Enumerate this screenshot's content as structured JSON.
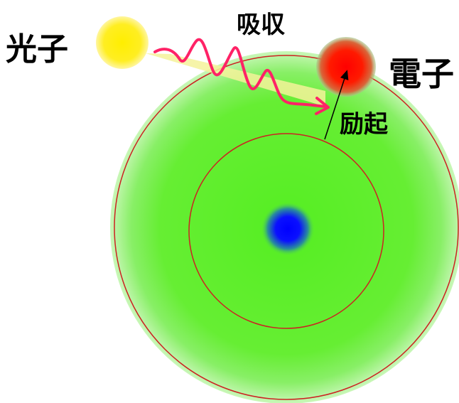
{
  "labels": {
    "photon": "光子",
    "absorption": "吸収",
    "electron": "電子",
    "excitation": "励起"
  },
  "colors": {
    "photon": "#ffee00",
    "electron": "#ff1a00",
    "nucleus": "#0a10ff",
    "atom_fill": "#66ee33",
    "orbit_line": "#cc2222",
    "wave": "#ff2266",
    "beam": "#f4f29a",
    "arrow": "#000000"
  },
  "icons": {
    "wave": "wavy-line-arrow-icon",
    "excitation_arrow": "arrow-up-icon"
  }
}
